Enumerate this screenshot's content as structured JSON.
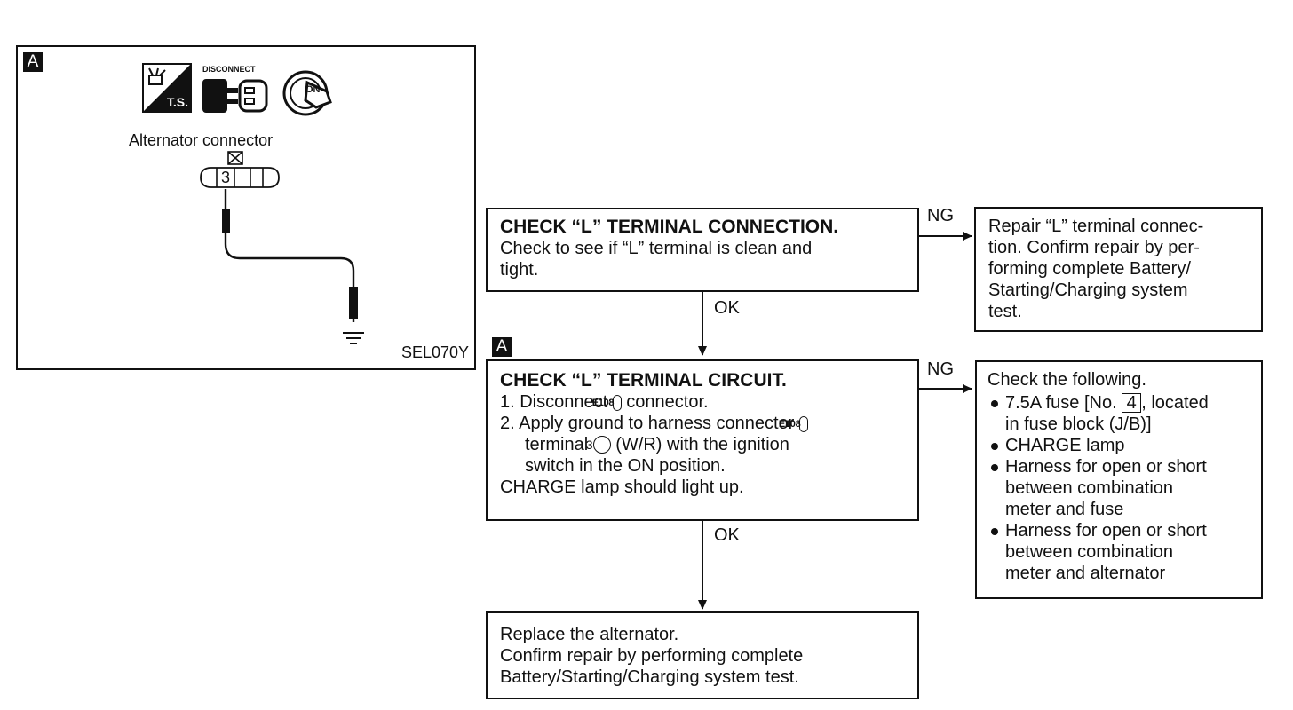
{
  "panel": {
    "tag": "A",
    "disconnect_label": "DISCONNECT",
    "ts_label": "T.S.",
    "on_label": "ON",
    "connector_label": "Alternator connector",
    "terminal_number": "3",
    "figure_code": "SEL070Y"
  },
  "step1": {
    "title": "CHECK “L” TERMINAL CONNECTION.",
    "body": [
      "Check to see if “L” terminal is clean and",
      "tight."
    ]
  },
  "step2": {
    "tag": "A",
    "title": "CHECK “L” TERMINAL CIRCUIT.",
    "item1_prefix": "1. Disconnect",
    "item1_connector": "E108",
    "item1_suffix": "connector.",
    "item2_prefix": "2. Apply ground to harness connector",
    "item2_connector": "E108",
    "item2_terminal_pre": "terminal",
    "item2_terminal": "3",
    "item2_terminal_post": "(W/R) with the ignition",
    "item2_line3": "switch in the ON position.",
    "result": "CHARGE lamp should light up."
  },
  "ng1": {
    "lines": [
      "Repair “L” terminal connec-",
      "tion. Confirm repair by per-",
      "forming complete Battery/",
      "Starting/Charging system",
      "test."
    ]
  },
  "ng2": {
    "title": "Check the following.",
    "fuse_pre": "7.5A fuse [No.",
    "fuse_no": "4",
    "fuse_post": ", located",
    "fuse_line2": "in fuse block (J/B)]",
    "item2": "CHARGE lamp",
    "item3_lines": [
      "Harness for open or short",
      "between combination",
      "meter and fuse"
    ],
    "item4_lines": [
      "Harness for open or short",
      "between combination",
      "meter and alternator"
    ]
  },
  "final": {
    "lines": [
      "Replace the alternator.",
      "Confirm repair by performing complete",
      "Battery/Starting/Charging system test."
    ]
  },
  "labels": {
    "ng": "NG",
    "ok": "OK"
  }
}
